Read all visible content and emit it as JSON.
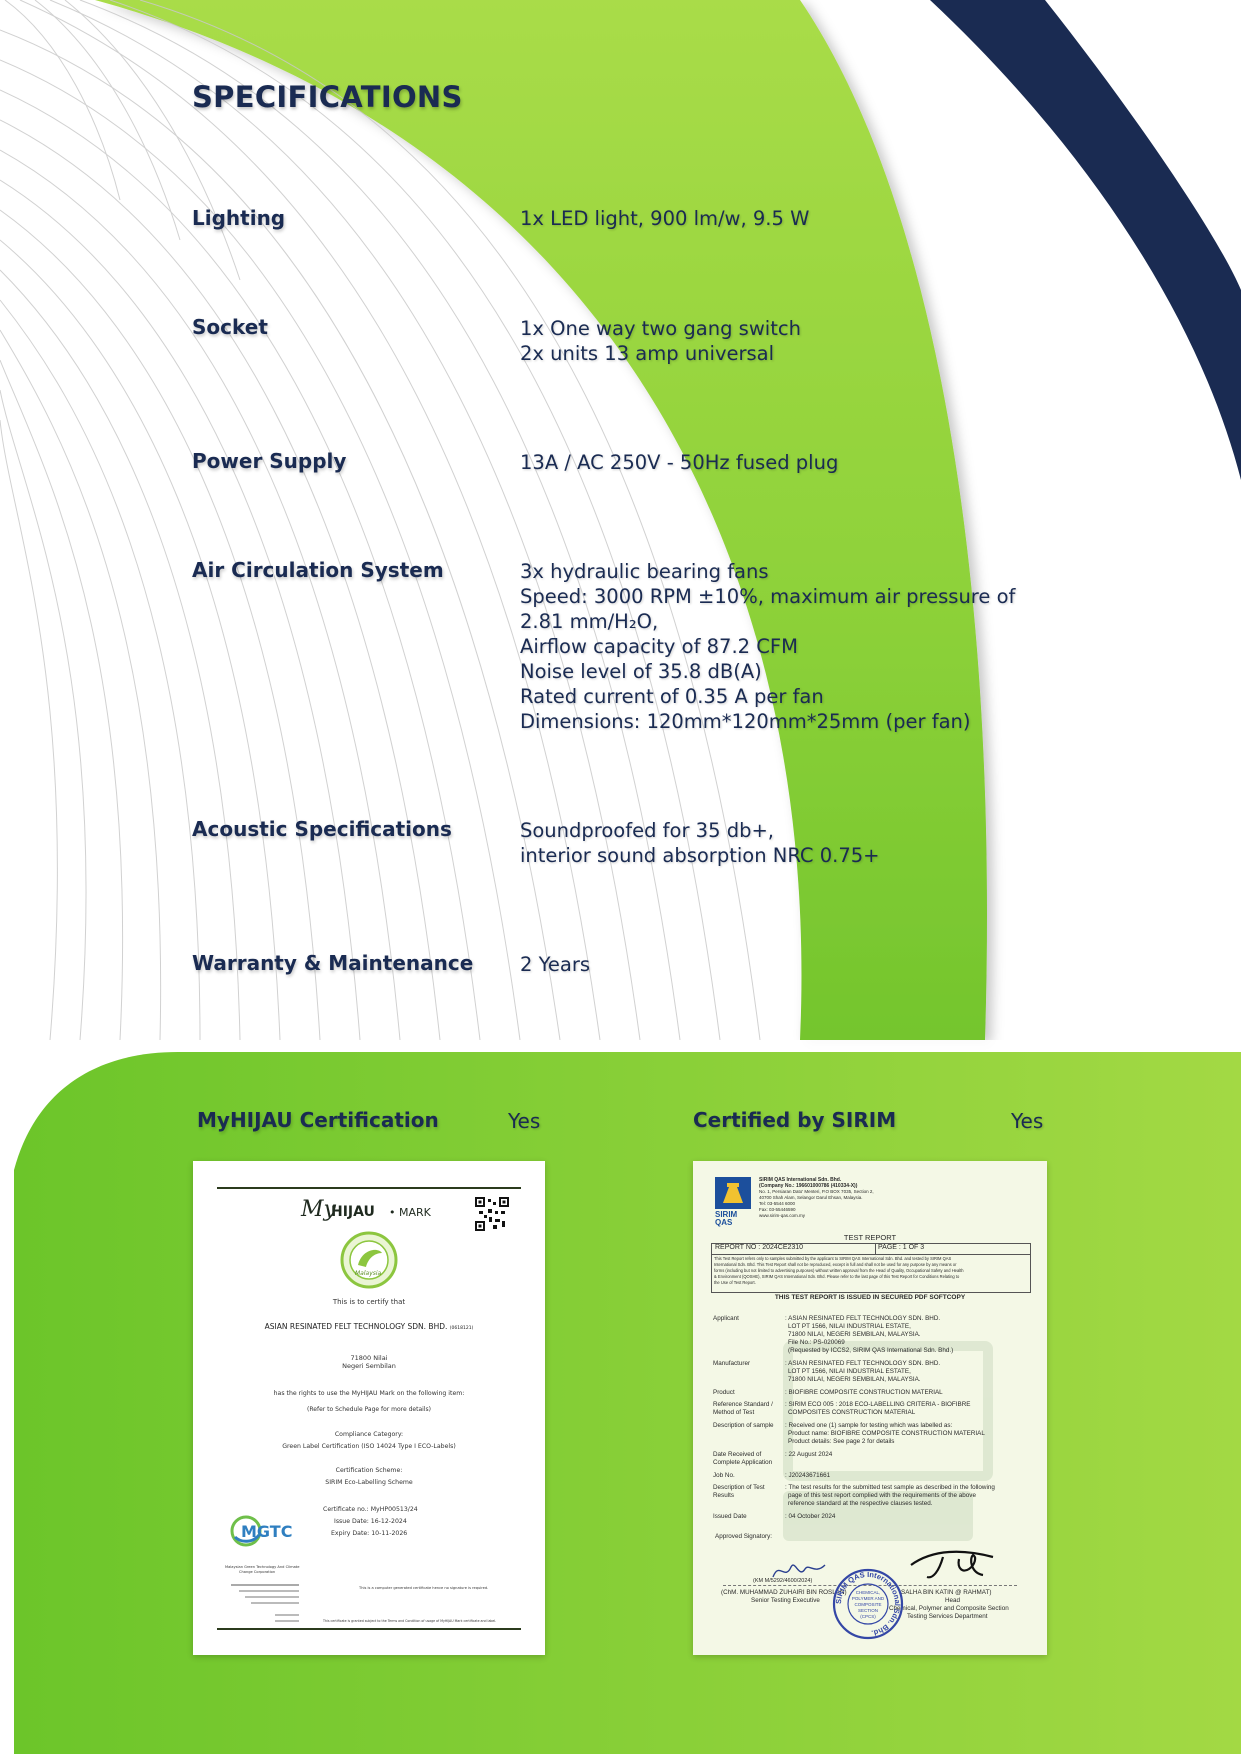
{
  "page": {
    "title": "SPECIFICATIONS",
    "colors": {
      "navy": "#1a2b52",
      "green": "#7cc632",
      "light_green": "#a6db45"
    }
  },
  "specs": [
    {
      "label": "Lighting",
      "lines": [
        "1x LED light, 900 lm/w, 9.5 W"
      ]
    },
    {
      "label": "Socket",
      "lines": [
        "1x One way two gang switch",
        "2x units 13 amp universal"
      ]
    },
    {
      "label": "Power Supply",
      "lines": [
        "13A / AC 250V - 50Hz fused plug"
      ]
    },
    {
      "label": "Air Circulation System",
      "lines": [
        "3x hydraulic bearing fans",
        "Speed: 3000 RPM ±10%, maximum air pressure of",
        "2.81 mm/H₂O,",
        "Airflow capacity of 87.2 CFM",
        "Noise level of 35.8 dB(A)",
        "Rated current of 0.35 A per fan",
        "Dimensions: 120mm*120mm*25mm (per fan)"
      ]
    },
    {
      "label": "Acoustic Specifications",
      "lines": [
        "Soundproofed for 35 db+,",
        "interior sound absorption NRC 0.75+"
      ]
    },
    {
      "label": "Warranty & Maintenance",
      "lines": [
        "2 Years"
      ]
    }
  ],
  "certifications": [
    {
      "title": "MyHIJAU Certification",
      "status": "Yes"
    },
    {
      "title": "Certified by SIRIM",
      "status": "Yes"
    }
  ],
  "myhijau_doc": {
    "brand_my": "My",
    "brand_hijau": "HIJAU",
    "brand_mark": "• MARK",
    "seal_text": "Malaysia",
    "certify_text": "This is to certify that",
    "company": "ASIAN RESINATED FELT TECHNOLOGY SDN. BHD.",
    "company_reg": "(0618121)",
    "address_1": "71800 Nilai",
    "address_2": "Negeri Sembilan",
    "rights_text": "has the rights to use the MyHIJAU Mark on the following item:",
    "schedule_text": "(Refer to Schedule Page for more details)",
    "compliance_label": "Compliance Category:",
    "compliance_value": "Green Label Certification (ISO 14024 Type I ECO-Labels)",
    "scheme_label": "Certification Scheme:",
    "scheme_value": "SIRIM Eco-Labelling Scheme",
    "cert_no": "Certificate no.: MyHP00513/24",
    "issue_date": "Issue Date: 16-12-2024",
    "expiry_date": "Expiry Date: 10-11-2026",
    "mgtc_logo": "MGTC",
    "mgtc_name_1": "Malaysian Green Technology And Climate",
    "mgtc_name_2": "Change Corporation",
    "generated_text": "This is a computer generated certificate hence no signature is required.",
    "footer_text": "This certificate is granted subject to the Terms and Condition of usage of MyHIJAU Mark certificate and label."
  },
  "sirim_doc": {
    "logo_text": "SIRIM QAS",
    "company_name": "SIRIM QAS International Sdn. Bhd.",
    "company_no": "(Company No.: 196601000786 (410334-X))",
    "address_1": "No. 1, Persiaran Dato' Menteri, P.O BOX 7035, Section 2,",
    "address_2": "40700 Shah Alam, Selangor Darul Ehsan, Malaysia.",
    "tel": "Tel: 03-5544 6000",
    "fax": "Fax: 03-55446590",
    "web": "www.sirim-qas.com.my",
    "report_title": "TEST REPORT",
    "report_no": "REPORT NO : 2024CE2310",
    "page_no": "PAGE : 1 OF 3",
    "disclaimer_1": "This Test Report refers only to samples submitted by the applicant to SIRIM QAS International Sdn. Bhd. and tested by SIRIM QAS",
    "disclaimer_2": "International Sdn. Bhd. This Test Report shall not be reproduced, except in full and shall not be used for any purpose by any means or",
    "disclaimer_3": "forms (including but not limited to advertising purposes) without written approval from the Head of Quality, Occupational Safety and Health",
    "disclaimer_4": "& Environment (QOSHE), SIRIM QAS International Sdn. Bhd. Please refer to the last page of this Test Report for Conditions Relating to",
    "disclaimer_5": "the Use of Test Report.",
    "softcopy_notice": "THIS TEST REPORT IS ISSUED IN SECURED PDF SOFTCOPY",
    "rows": [
      {
        "label": "Applicant",
        "lines": [
          ": ASIAN RESINATED FELT TECHNOLOGY SDN. BHD.",
          "  LOT PT 1566, NILAI INDUSTRIAL ESTATE,",
          "  71800 NILAI, NEGERI SEMBILAN, MALAYSIA.",
          "  File No.: PS-020069",
          "  (Requested by ICCS2, SIRIM QAS International Sdn. Bhd.)"
        ]
      },
      {
        "label": "Manufacturer",
        "lines": [
          ": ASIAN RESINATED FELT TECHNOLOGY SDN. BHD.",
          "  LOT PT 1566, NILAI INDUSTRIAL ESTATE,",
          "  71800 NILAI, NEGERI SEMBILAN, MALAYSIA."
        ]
      },
      {
        "label": "Product",
        "lines": [
          ": BIOFIBRE COMPOSITE CONSTRUCTION MATERIAL"
        ]
      },
      {
        "label": "Reference Standard / Method of Test",
        "lines": [
          ": SIRIM ECO 005 : 2018 ECO-LABELLING CRITERIA - BIOFIBRE",
          "  COMPOSITES CONSTRUCTION MATERIAL"
        ]
      },
      {
        "label": "Description of sample",
        "lines": [
          ": Received one (1) sample for testing which was labelled as:",
          "  Product name: BIOFIBRE COMPOSITE CONSTRUCTION MATERIAL",
          "  Product details: See page 2 for details"
        ]
      },
      {
        "label": "Date Received of Complete Application",
        "lines": [
          ": 22 August 2024"
        ]
      },
      {
        "label": "Job No.",
        "lines": [
          ": J20243671661"
        ]
      },
      {
        "label": "Description of Test Results",
        "lines": [
          ": The test results for the submitted test sample as described in the following",
          "  page of this test report complied with the requirements of the above",
          "  reference standard at the respective clauses tested."
        ]
      },
      {
        "label": "Issued Date",
        "lines": [
          ": 04 October 2024"
        ]
      }
    ],
    "approved_label": "Approved Signatory:",
    "sig_ref": "(KM M/5292/4600/2024)",
    "signer_1": "(ChM. MUHAMMAD ZUHAIRI BIN ROSLAN)",
    "signer_1_title": "Senior Testing Executive",
    "signer_2": "SALHA BIN KATIN @ RAHMAT)",
    "signer_2_title_1": "Head",
    "signer_2_title_2": "Chemical, Polymer and Composite Section",
    "signer_2_title_3": "Testing Services Department",
    "stamp_ring": "SIRIM QAS International Sdn. Bhd.",
    "stamp_center_1": "CHEMICAL,",
    "stamp_center_2": "POLYMER AND",
    "stamp_center_3": "COMPOSITE",
    "stamp_center_4": "SECTION",
    "stamp_center_5": "(CPCS)"
  }
}
